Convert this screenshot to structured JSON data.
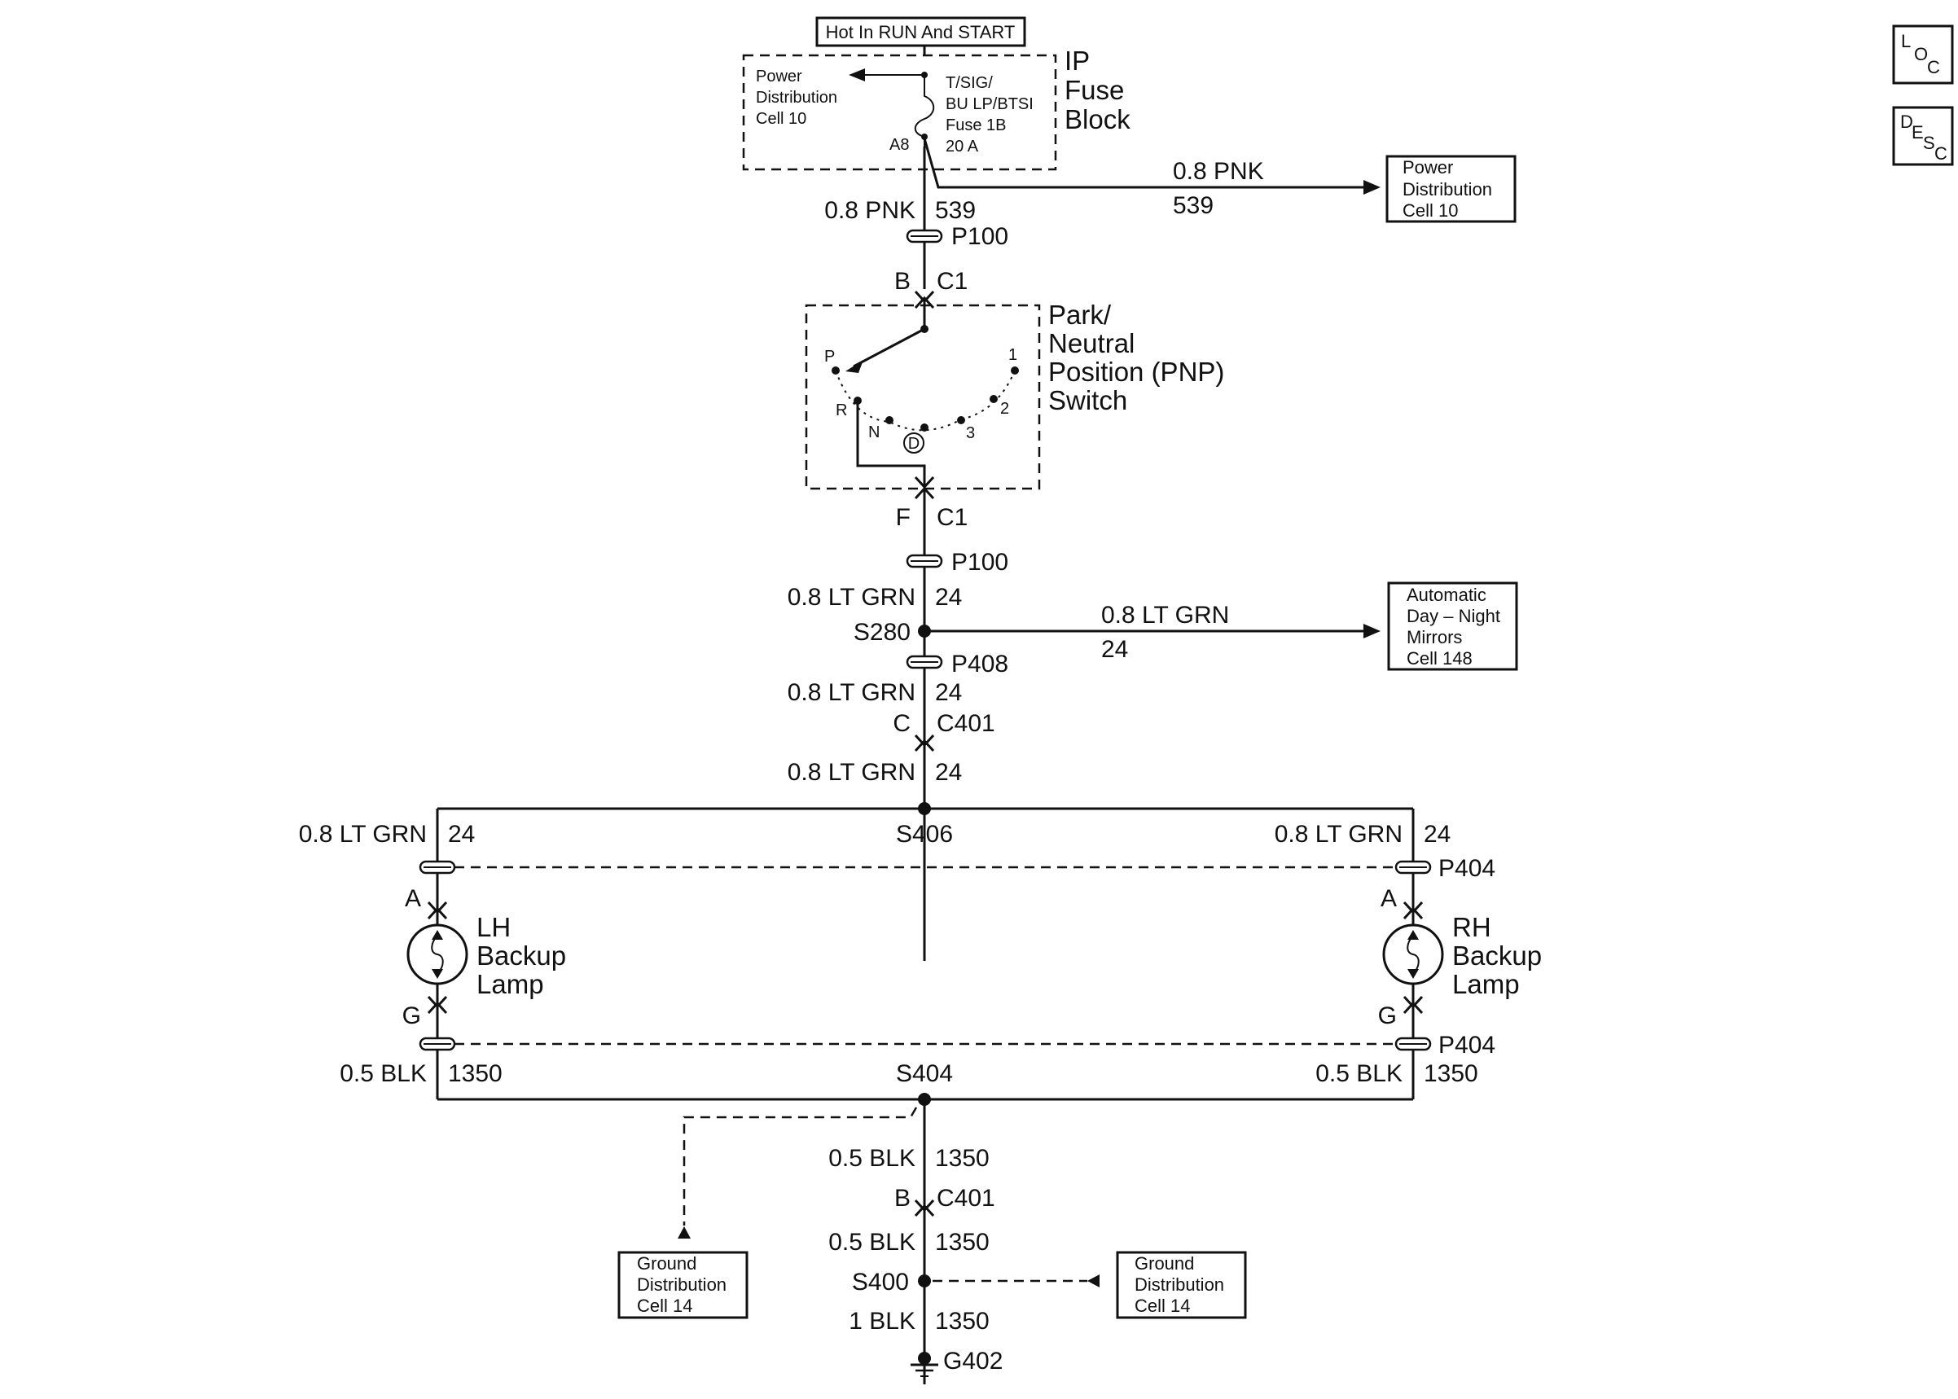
{
  "top_label": "Hot In RUN And START",
  "fuse_block": {
    "name_lines": [
      "IP",
      "Fuse",
      "Block"
    ],
    "fuse_lines": [
      "T/SIG/",
      "BU LP/BTSI",
      "Fuse 1B",
      "20 A"
    ],
    "pin": "A8",
    "ref_lines": [
      "Power",
      "Distribution",
      "Cell 10"
    ]
  },
  "power_dist_right": {
    "wire_color": "0.8 PNK",
    "circuit": "539",
    "box_lines": [
      "Power",
      "Distribution",
      "Cell 10"
    ]
  },
  "fuse_wire": {
    "color": "0.8 PNK",
    "circuit": "539"
  },
  "p100": "P100",
  "pnp_in": {
    "pin": "B",
    "connector": "C1"
  },
  "pnp_switch": {
    "name_lines": [
      "Park/",
      "Neutral",
      "Position (PNP)",
      "Switch"
    ],
    "positions": [
      "P",
      "R",
      "N",
      "D",
      "3",
      "2",
      "1"
    ]
  },
  "pnp_out": {
    "pin": "F",
    "connector": "C1"
  },
  "ltgrn_1": {
    "color": "0.8 LT GRN",
    "circuit": "24"
  },
  "s280": "S280",
  "mirrors": {
    "wire_color": "0.8 LT GRN",
    "circuit": "24",
    "box_lines": [
      "Automatic",
      "Day – Night",
      "Mirrors",
      "Cell 148"
    ]
  },
  "p408": "P408",
  "ltgrn_2": {
    "color": "0.8 LT GRN",
    "circuit": "24"
  },
  "c401_top": {
    "pin": "C",
    "connector": "C401"
  },
  "ltgrn_3": {
    "color": "0.8 LT GRN",
    "circuit": "24"
  },
  "s406": "S406",
  "lh_branch": {
    "color": "0.8 LT GRN",
    "circuit": "24",
    "pin_top": "A",
    "pin_bottom": "G",
    "lamp_lines": [
      "LH",
      "Backup",
      "Lamp"
    ]
  },
  "rh_branch": {
    "color": "0.8 LT GRN",
    "circuit": "24",
    "pin_top": "A",
    "pin_bottom": "G",
    "lamp_lines": [
      "RH",
      "Backup",
      "Lamp"
    ]
  },
  "p404": "P404",
  "blk_left": {
    "color": "0.5 BLK",
    "circuit": "1350"
  },
  "blk_right": {
    "color": "0.5 BLK",
    "circuit": "1350"
  },
  "s404": "S404",
  "blk_1": {
    "color": "0.5 BLK",
    "circuit": "1350"
  },
  "c401_bottom": {
    "pin": "B",
    "connector": "C401"
  },
  "blk_2": {
    "color": "0.5 BLK",
    "circuit": "1350"
  },
  "s400": "S400",
  "blk_3": {
    "color": "1 BLK",
    "circuit": "1350"
  },
  "ground": "G402",
  "ground_dist_left": [
    "Ground",
    "Distribution",
    "Cell 14"
  ],
  "ground_dist_right": [
    "Ground",
    "Distribution",
    "Cell 14"
  ],
  "loc_icon": [
    "L",
    "O",
    "C"
  ],
  "desc_icon": [
    "D",
    "E",
    "S",
    "C"
  ]
}
